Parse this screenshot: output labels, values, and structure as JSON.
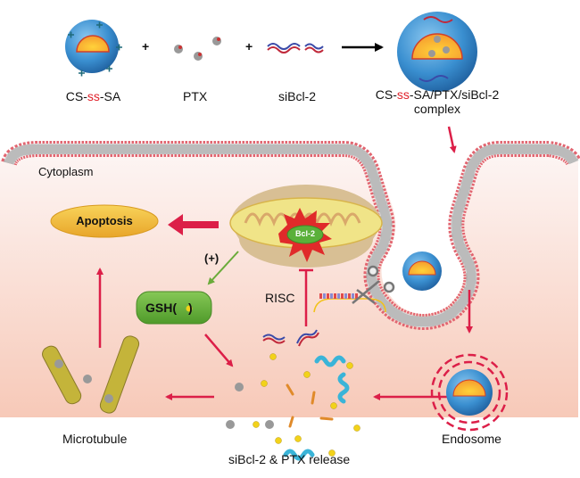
{
  "title": "CS-ss-SA/PTX/siBcl-2 co-delivery mechanism",
  "colors": {
    "arrow_red": "#dc1f48",
    "arrow_green": "#6aab3a",
    "ss_red": "#e0202a",
    "membrane_head": "#e26570",
    "cytoplasm_top": "#fdf6f5",
    "cytoplasm_bottom": "#f7c9b8",
    "nanoparticle_shell": "#3a8fd0",
    "nanoparticle_core": "#f7a23a",
    "apoptosis_fill": "#f2b63a",
    "gsh_fill": "#6bb33e",
    "bcl2_fill": "#5ab03a",
    "star_red": "#e02a2a",
    "sirna_red": "#c0283a",
    "sirna_blue": "#3a4aa8",
    "gsh_yellow": "#f2d21a",
    "microtubule_yellow": "#d8c43a",
    "ribbon_cyan": "#3ab4d8"
  },
  "top_row": {
    "carrier": {
      "prefix": "CS-",
      "ss": "ss",
      "suffix": "-SA"
    },
    "plus1": "+",
    "drug": "PTX",
    "plus2": "+",
    "sirna": "siBcl-2",
    "complex": {
      "prefix": "CS-",
      "ss": "ss",
      "suffix": "-SA/PTX/siBcl-2",
      "line2": "complex"
    }
  },
  "cell": {
    "cytoplasm": "Cytoplasm",
    "apoptosis": "Apoptosis",
    "bcl2": "Bcl-2",
    "positive": "(+)",
    "gsh": "GSH(",
    "gsh_close": ")",
    "risc": "RISC",
    "release": "siBcl-2 & PTX release",
    "microtubule": "Microtubule",
    "endosome": "Endosome"
  }
}
